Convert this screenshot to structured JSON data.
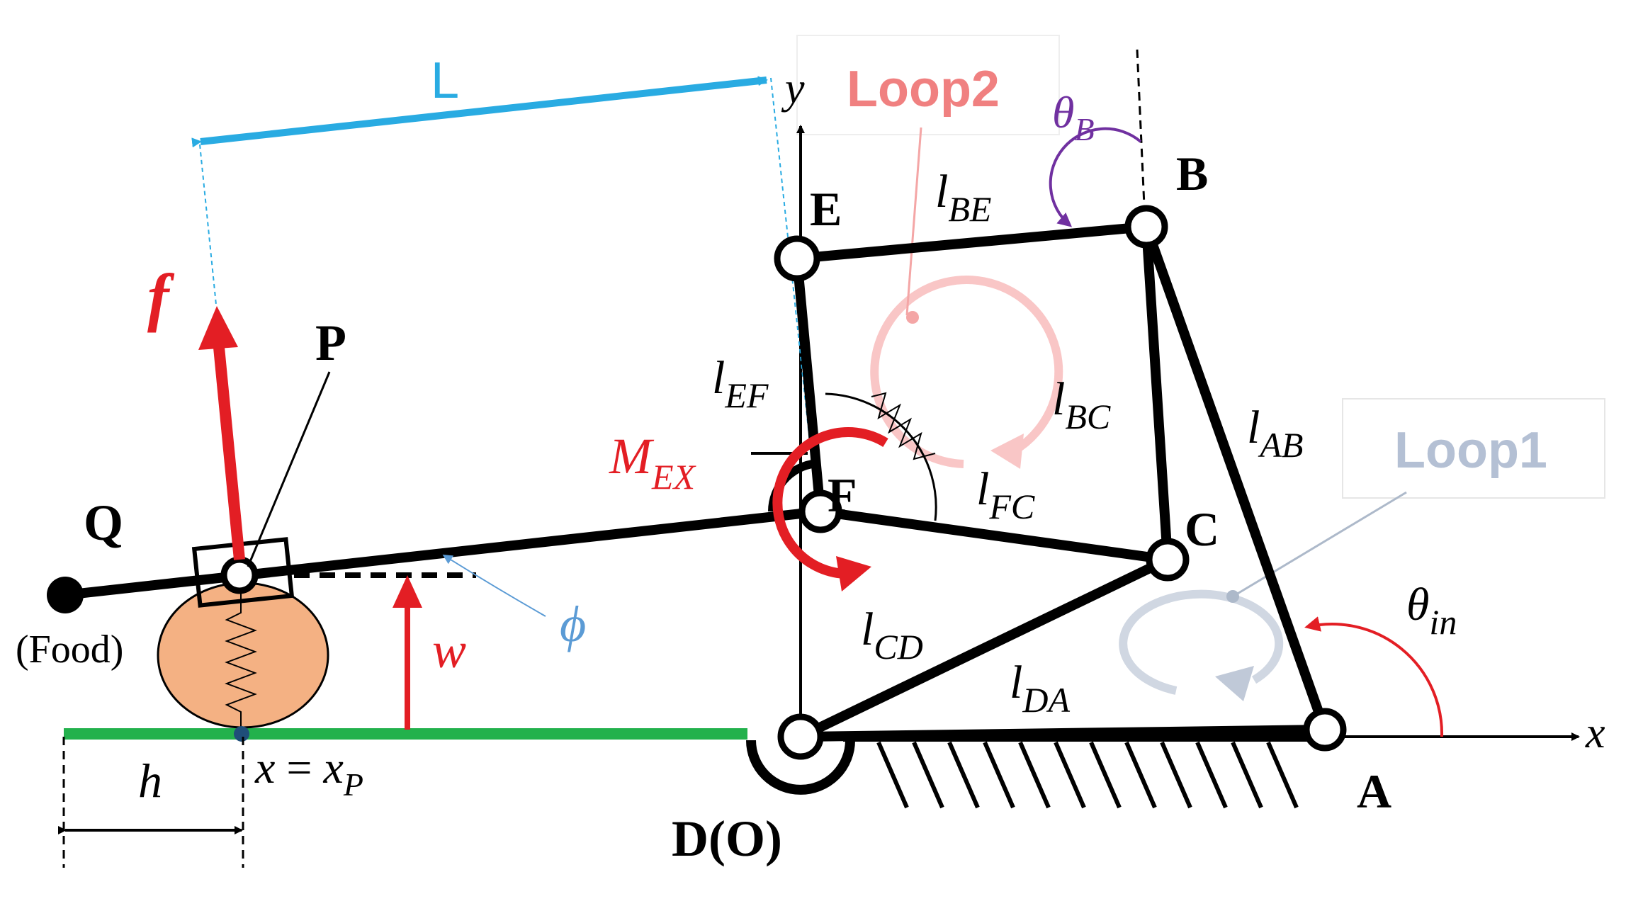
{
  "points": {
    "A": "A",
    "B": "B",
    "C": "C",
    "D": "D(O)",
    "E": "E",
    "F": "F",
    "P": "P",
    "Q": "Q"
  },
  "links": {
    "lAB": {
      "base": "l",
      "sub": "AB"
    },
    "lBE": {
      "base": "l",
      "sub": "BE"
    },
    "lBC": {
      "base": "l",
      "sub": "BC"
    },
    "lEF": {
      "base": "l",
      "sub": "EF"
    },
    "lFC": {
      "base": "l",
      "sub": "FC"
    },
    "lCD": {
      "base": "l",
      "sub": "CD"
    },
    "lDA": {
      "base": "l",
      "sub": "DA"
    }
  },
  "angles": {
    "theta_B": {
      "base": "θ",
      "sub": "B"
    },
    "theta_in": {
      "base": "θ",
      "sub": "in"
    },
    "phi": "ϕ"
  },
  "loads": {
    "f": "f",
    "w": "w",
    "M_EX": {
      "base": "M",
      "sub": "EX"
    }
  },
  "dimensions": {
    "L": "L",
    "h": "h",
    "xP": {
      "lhs": "x",
      "eq": " = ",
      "base": "x",
      "sub": "P"
    }
  },
  "axes": {
    "x": "x",
    "y": "y"
  },
  "loops": {
    "loop1": "Loop1",
    "loop2": "Loop2"
  },
  "food": "(Food)",
  "colors": {
    "link": "#000000",
    "force_red": "#e31e24",
    "length_blue": "#29abe2",
    "phi_blue": "#5b9bd5",
    "theta_b_purple": "#7030a0",
    "ground_green": "#22b14c",
    "food_fill": "#f4b183",
    "loop1_color": "#adb9ca",
    "loop2_color": "#f4a6a6"
  }
}
